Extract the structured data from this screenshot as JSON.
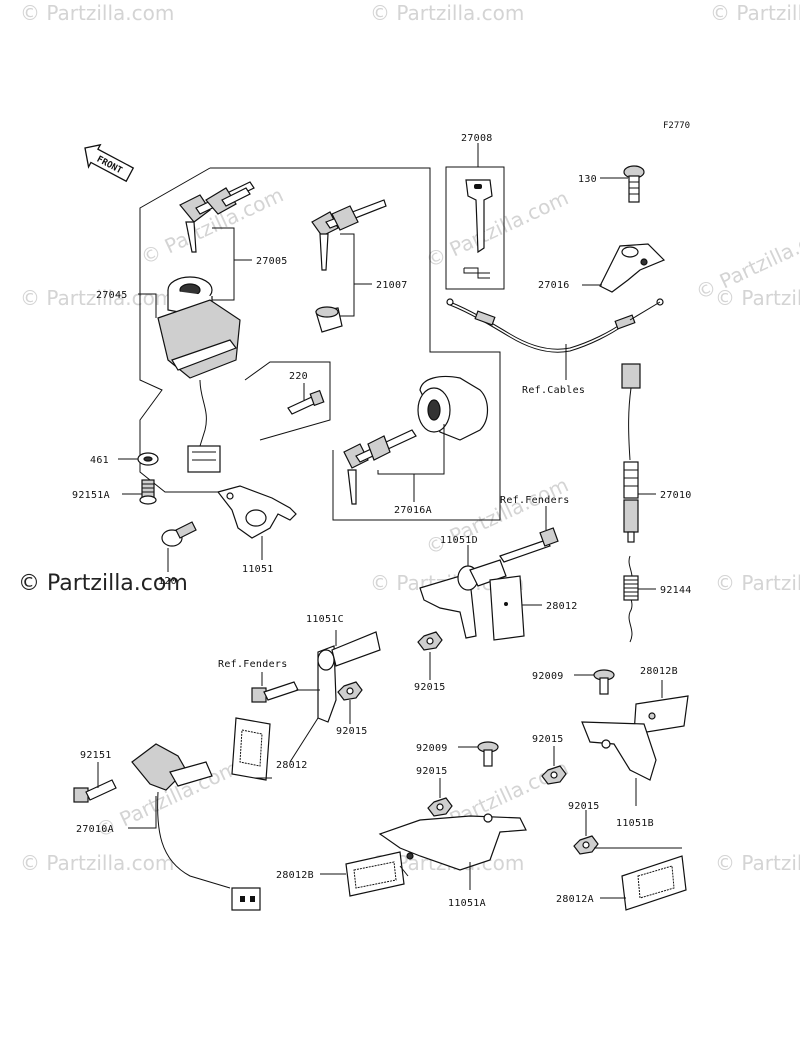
{
  "figure_code": "F2770",
  "front_label": "FRONT",
  "watermark": "© Partzilla.com",
  "watermark_large": "© Partzilla.com",
  "labels": {
    "p27008": "27008",
    "p130": "130",
    "p27005": "27005",
    "p27045": "27045",
    "p21007": "21007",
    "p27016": "27016",
    "ref_cables": "Ref.Cables",
    "p220": "220",
    "p461": "461",
    "p92151A": "92151A",
    "p27016A": "27016A",
    "p27010": "27010",
    "ref_fenders_1": "Ref.Fenders",
    "p120": "120",
    "p11051": "11051",
    "p11051D": "11051D",
    "p28012_a": "28012",
    "p92144": "92144",
    "p11051C": "11051C",
    "p92015_a": "92015",
    "ref_fenders_2": "Ref.Fenders",
    "p92009_a": "92009",
    "p28012B_a": "28012B",
    "p92015_b": "92015",
    "p28012_b": "28012",
    "p92151": "92151",
    "p92009_b": "92009",
    "p92015_c": "92015",
    "p92015_d": "92015",
    "p11051B": "11051B",
    "p92015_e": "92015",
    "p27010A": "27010A",
    "p28012B_b": "28012B",
    "p11051A": "11051A",
    "p28012A": "28012A"
  },
  "icons": [
    "front-arrow-icon"
  ]
}
